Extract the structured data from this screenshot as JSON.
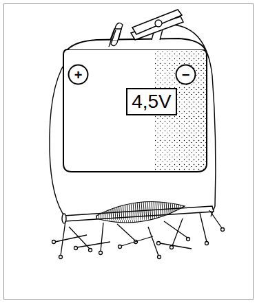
{
  "diagram": {
    "nodes": [
      {
        "text": [
          "+"
        ]
      },
      {
        "text": [
          "−"
        ]
      },
      {
        "text": [
          "4,5V"
        ]
      }
    ]
  }
}
